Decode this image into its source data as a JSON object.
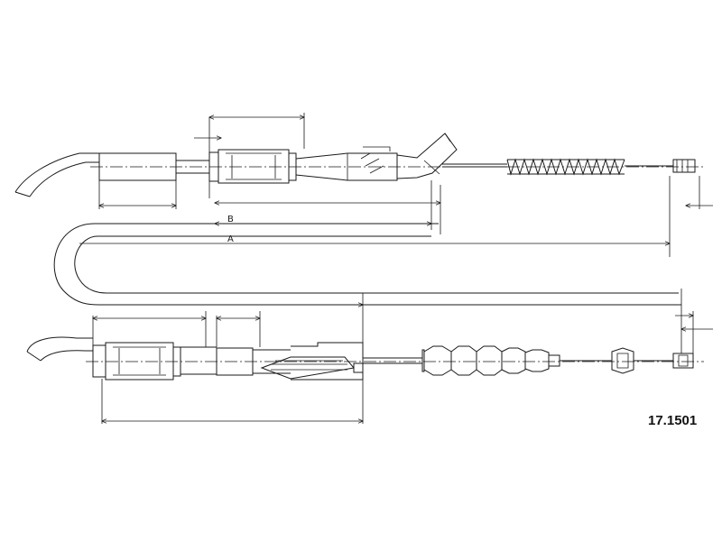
{
  "drawing": {
    "part_number": "17.1501",
    "dimension_labels": {
      "b": "B",
      "a": "A"
    }
  }
}
